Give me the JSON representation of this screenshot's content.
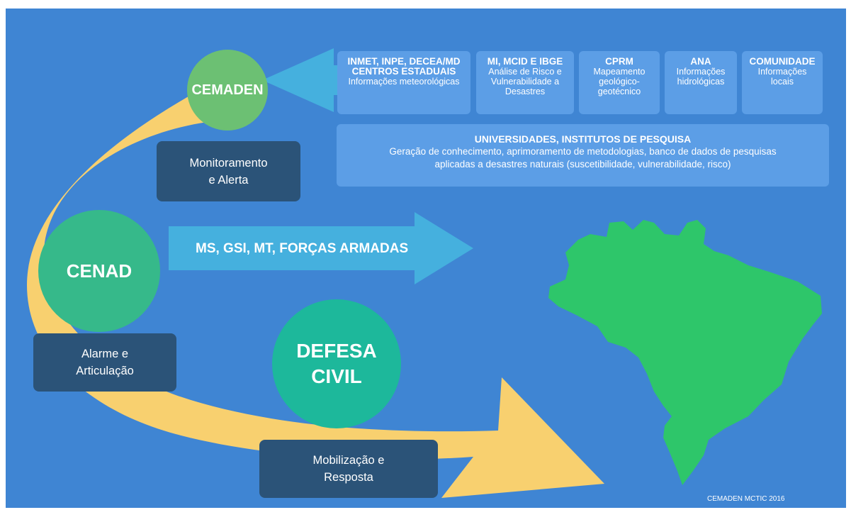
{
  "colors": {
    "background": "#3f85d3",
    "flow_band": "#f8d06f",
    "arrow": "#45b0de",
    "box": "#5c9ee6",
    "label": "#2b5378",
    "cemaden": "#6cc073",
    "cenad": "#36b98a",
    "defesa": "#1db89b",
    "map": "#2ec66a"
  },
  "sources": [
    {
      "title": "INMET, INPE, DECEA/MD\nCENTROS ESTADUAIS",
      "text": "Informações meteorológicas"
    },
    {
      "title": "MI, MCID E IBGE",
      "text": "Análise de Risco e\nVulnerabilidade a\nDesastres"
    },
    {
      "title": "CPRM",
      "text": "Mapeamento\ngeológico-\ngeotécnico"
    },
    {
      "title": "ANA",
      "text": "Informações\nhidrológicas"
    },
    {
      "title": "COMUNIDADE",
      "text": "Informações\nlocais"
    }
  ],
  "universities": {
    "title": "UNIVERSIDADES, INSTITUTOS DE PESQUISA",
    "text": "Geração de conhecimento, aprimoramento de metodologias, banco de dados de pesquisas\naplicadas a desastres naturais (suscetibilidade, vulnerabilidade, risco)"
  },
  "nodes": {
    "cemaden": "CEMADEN",
    "cenad": "CENAD",
    "defesa": "DEFESA\nCIVIL"
  },
  "labels": {
    "monitoramento": "Monitoramento\ne Alerta",
    "alarme": "Alarme e\nArticulação",
    "mobilizacao": "Mobilização e\nResposta"
  },
  "arrow_text": "MS, GSI, MT, FORÇAS ARMADAS",
  "credit": "CEMADEN MCTIC 2016",
  "map_icon": "brazil-map-icon"
}
